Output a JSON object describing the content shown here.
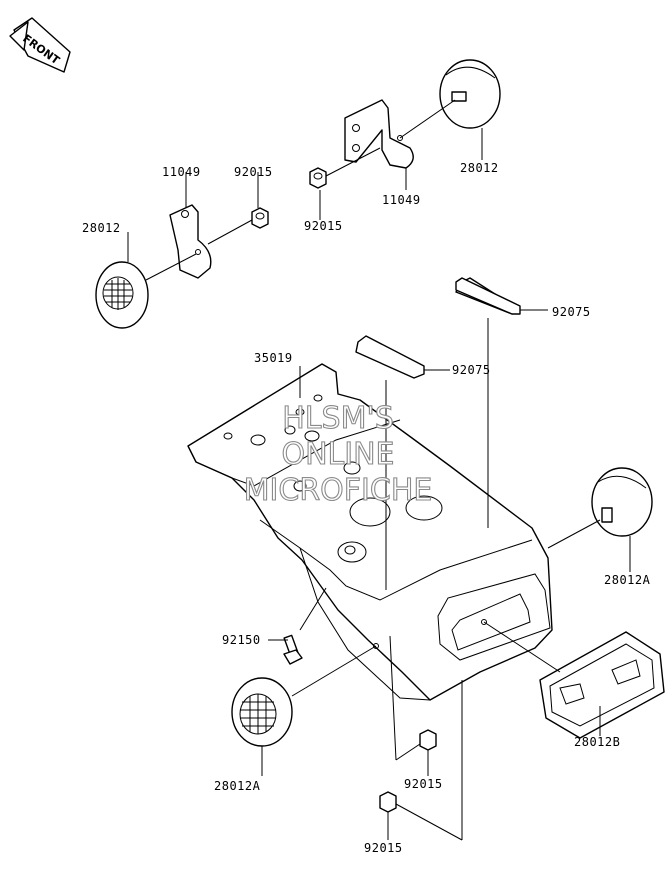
{
  "front_badge": "FRONT",
  "labels": {
    "p11049_left": "11049",
    "p92015_top_left": "92015",
    "p28012_left": "28012",
    "p92015_top_mid": "92015",
    "p11049_right": "11049",
    "p28012_right": "28012",
    "p92075_upper": "92075",
    "p92075_lower": "92075",
    "p35019": "35019",
    "p28012A_right": "28012A",
    "p92150": "92150",
    "p28012A_left": "28012A",
    "p28012B": "28012B",
    "p92015_bottom_mid": "92015",
    "p92015_bottom": "92015"
  },
  "watermark": {
    "line1": "HLSM'S",
    "line2": "ONLINE",
    "line3": "MICROFICHE"
  },
  "colors": {
    "line": "#000000",
    "watermark_stroke": "#8a8a8a",
    "background": "#ffffff"
  }
}
